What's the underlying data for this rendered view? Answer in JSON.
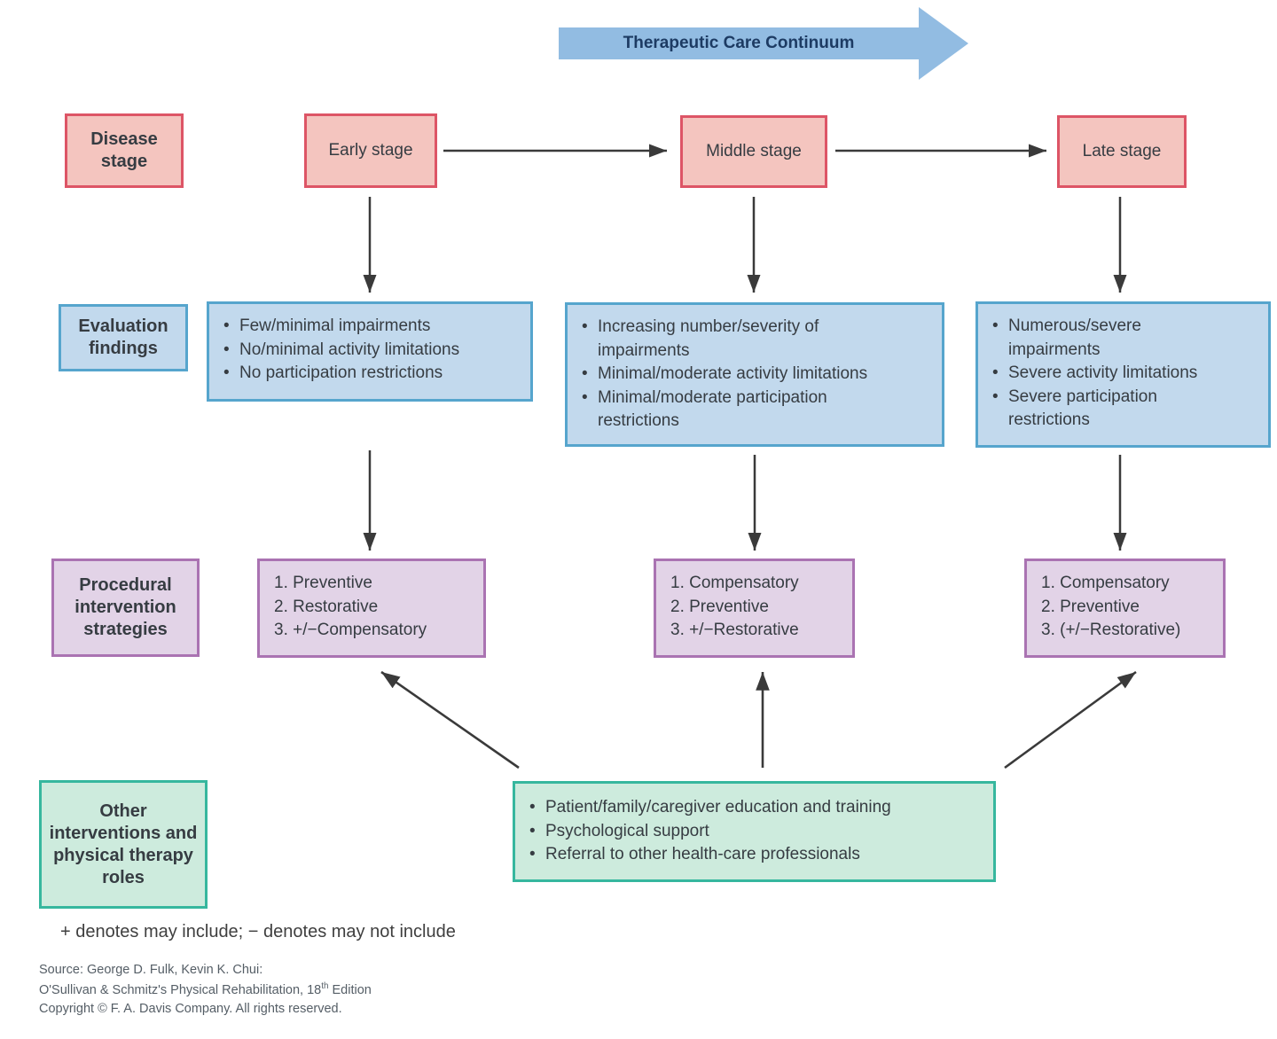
{
  "title_arrow": {
    "label": "Therapeutic Care Continuum"
  },
  "ui": {
    "bullet": "•"
  },
  "colors": {
    "pink-fill": "#f4c5bf",
    "pink-border": "#dd5566",
    "blue-fill": "#c2d9ed",
    "blue-border": "#56a5cd",
    "purple-fill": "#e2d3e7",
    "purple-border": "#aa73b2",
    "teal-fill": "#cdebdd",
    "teal-border": "#36b79e",
    "title-arrow-fill": "#92bce2",
    "title-text": "#1d3b63",
    "connector": "#3a3a3a"
  },
  "rows": {
    "disease": {
      "label": "Disease stage",
      "stages": [
        "Early stage",
        "Middle stage",
        "Late stage"
      ]
    },
    "evaluation": {
      "label": "Evaluation findings",
      "boxes": [
        [
          "Few/minimal impairments",
          "No/minimal activity limitations",
          "No participation restrictions"
        ],
        [
          "Increasing number/severity of impairments",
          "Minimal/moderate activity limitations",
          "Minimal/moderate participation restrictions"
        ],
        [
          "Numerous/severe impairments",
          "Severe activity limitations",
          "Severe participation restrictions"
        ]
      ]
    },
    "procedural": {
      "label": "Procedural intervention strategies",
      "boxes": [
        [
          "1. Preventive",
          "2. Restorative",
          "3. +/−Compensatory"
        ],
        [
          "1. Compensatory",
          "2. Preventive",
          "3. +/−Restorative"
        ],
        [
          "1. Compensatory",
          "2. Preventive",
          "3. (+/−Restorative)"
        ]
      ]
    },
    "other": {
      "label": "Other interventions and physical therapy roles",
      "items": [
        "Patient/family/caregiver education and training",
        "Psychological support",
        "Referral to other health-care professionals"
      ]
    }
  },
  "legend": "+ denotes may include; − denotes may not include",
  "source": {
    "line1": "Source: George D. Fulk, Kevin K. Chui:",
    "line2_pre": "O'Sullivan & Schmitz's Physical Rehabilitation, 18",
    "line2_sup": "th",
    "line2_post": " Edition",
    "line3": "Copyright © F. A. Davis Company. All rights reserved."
  }
}
